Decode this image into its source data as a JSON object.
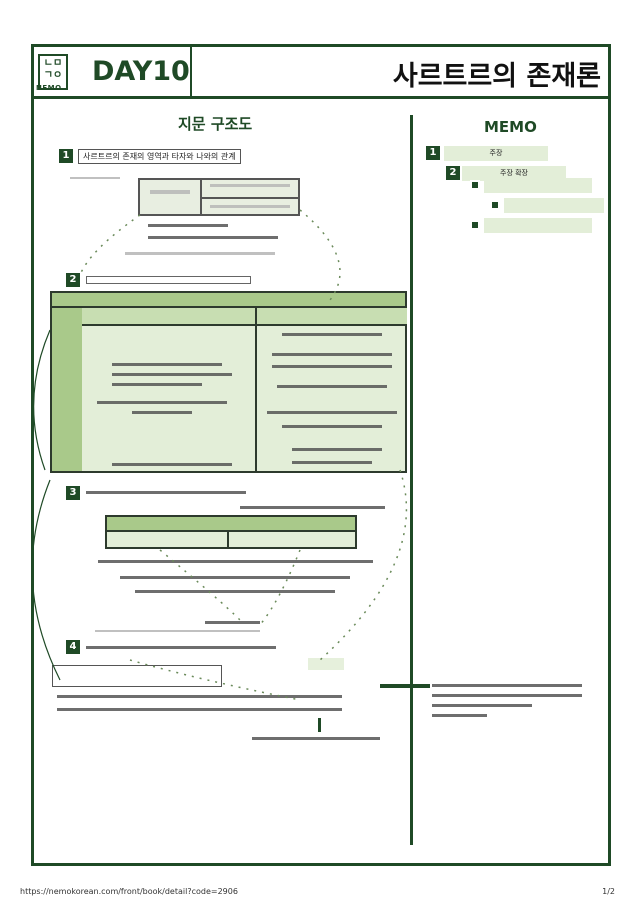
{
  "header": {
    "logo_mark": "ㄴㅁ\nㄱㅇ",
    "logo_text": "NEMO",
    "day": "DAY10",
    "title": "사르트르의 존재론"
  },
  "left": {
    "section_title": "지문 구조도",
    "item1_label": "사르트르의 존재의 영역과 타자와 나와의 관계"
  },
  "right": {
    "section_title": "MEMO",
    "memo1": "주장",
    "memo2": "주장 확장"
  },
  "footer": {
    "url": "https://nemokorean.com/front/book/detail?code=2906",
    "page": "1/2"
  }
}
